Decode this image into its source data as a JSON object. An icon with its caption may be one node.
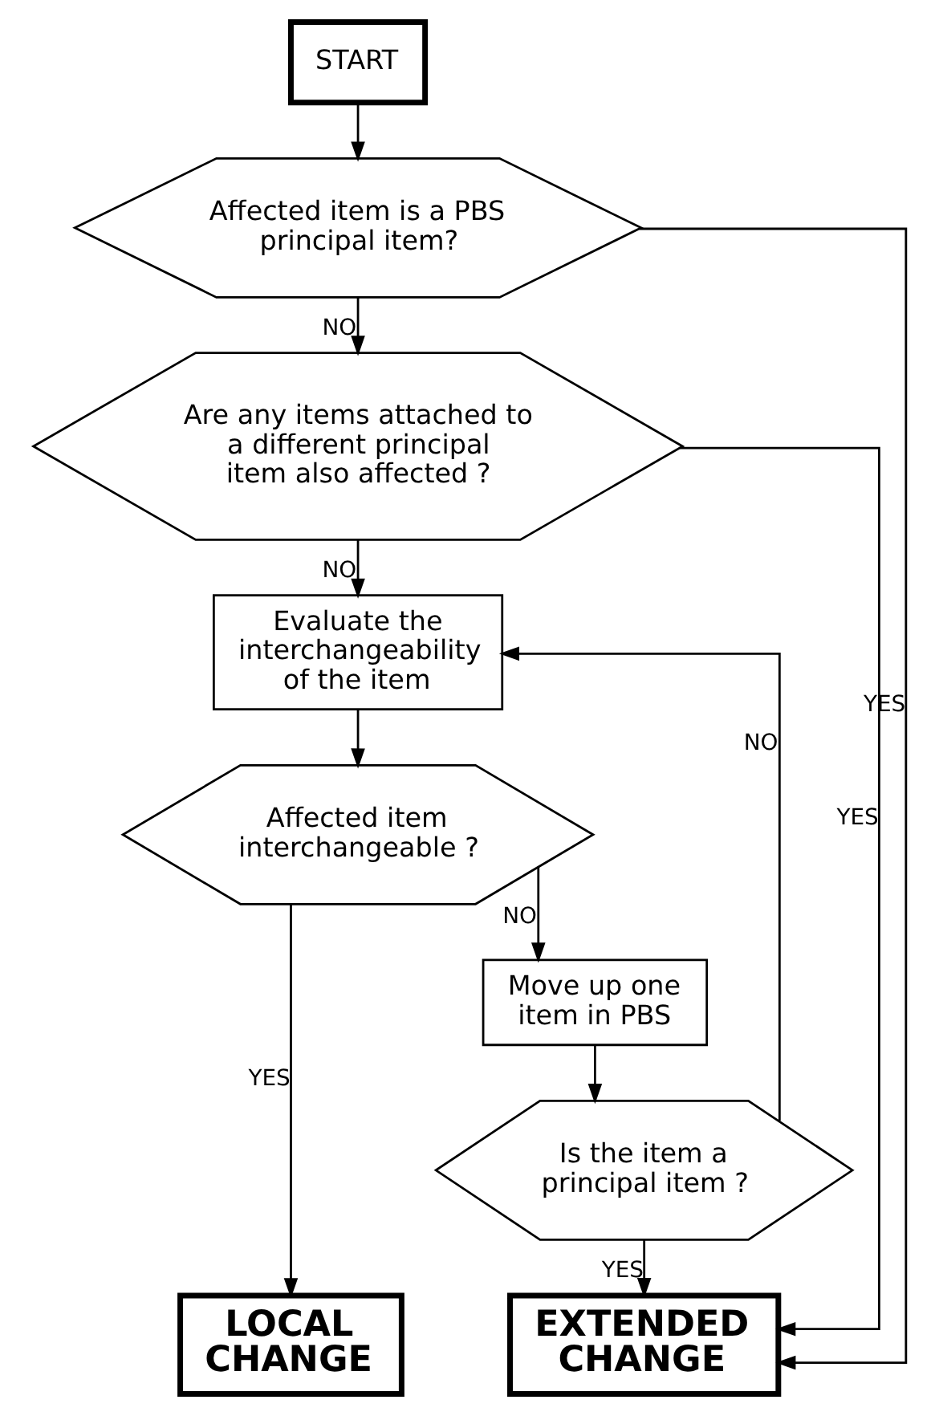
{
  "diagram": {
    "nodes": [
      {
        "text": [
          "START"
        ]
      },
      {
        "text": [
          "Affected item is a PBS principal item?"
        ]
      },
      {
        "text": [
          "Are any items attached to a different principal item also affected ?"
        ]
      },
      {
        "text": [
          "Evaluate the interchangeability of the item"
        ]
      },
      {
        "text": [
          "Affected item interchangeable ?"
        ]
      },
      {
        "text": [
          "Move up one item in PBS"
        ]
      },
      {
        "text": [
          "Is the item a principal item ?"
        ]
      },
      {
        "text": [
          "LOCAL CHANGE"
        ]
      },
      {
        "text": [
          "EXTENDED CHANGE"
        ]
      }
    ],
    "edges": [
      {
        "from": 0,
        "to": 1,
        "arrow": "to"
      },
      {
        "from": 1,
        "to": 2,
        "arrow": "to",
        "label": "NO"
      },
      {
        "from": 1,
        "to": 8,
        "arrow": "to",
        "label": "YES"
      },
      {
        "from": 2,
        "to": 8,
        "arrow": "to",
        "label": "YES"
      },
      {
        "from": 2,
        "to": 3,
        "arrow": "to",
        "label": "NO"
      },
      {
        "from": 3,
        "to": 4,
        "arrow": "to"
      },
      {
        "from": 4,
        "to": 7,
        "arrow": "to",
        "label": "YES"
      },
      {
        "from": 4,
        "to": 5,
        "arrow": "to",
        "label": "NO"
      },
      {
        "from": 5,
        "to": 6,
        "arrow": "to"
      },
      {
        "from": 6,
        "to": 3,
        "arrow": "to",
        "label": "NO"
      },
      {
        "from": 6,
        "to": 8,
        "arrow": "to",
        "label": "YES"
      }
    ]
  }
}
